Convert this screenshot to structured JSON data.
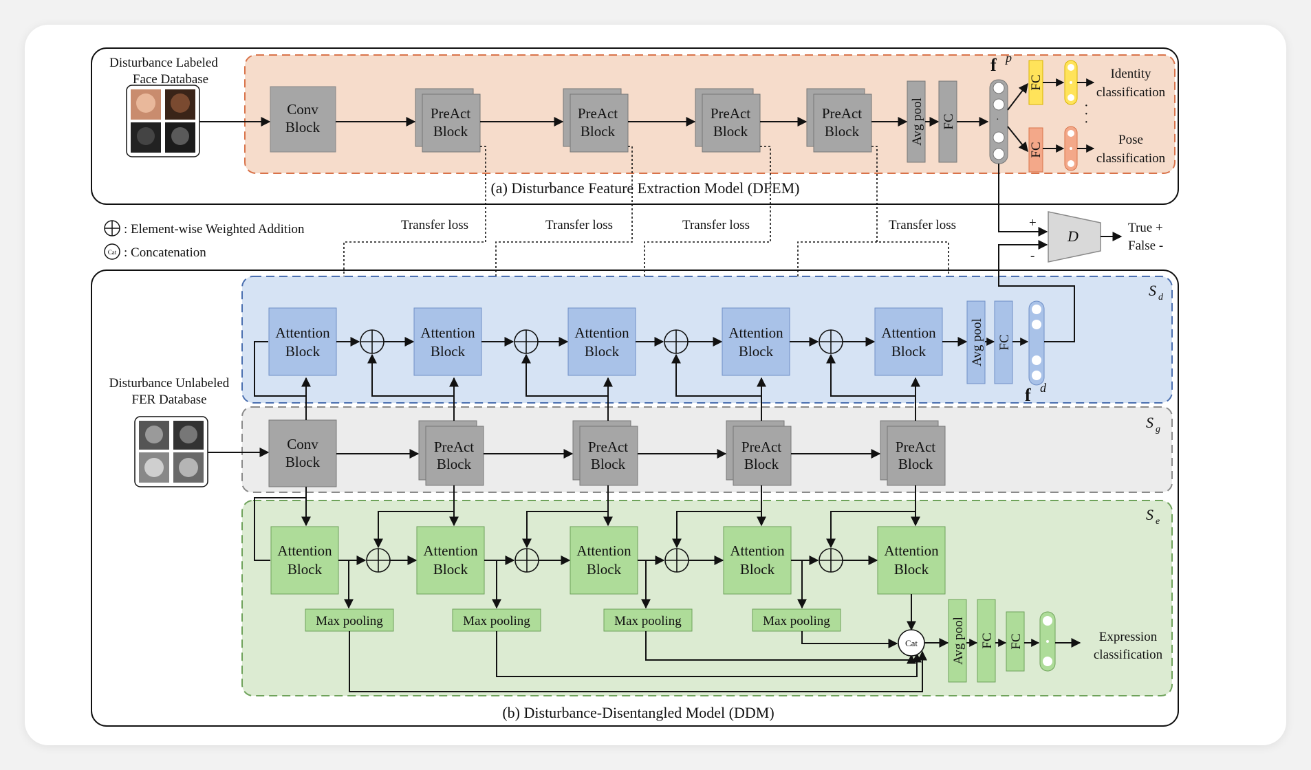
{
  "colors": {
    "dfem_bg": "#f6dccb",
    "dfem_border": "#d9734a",
    "sd_bg": "#d6e3f4",
    "sd_border": "#4a6fb0",
    "sg_bg": "#ececec",
    "sg_border": "#8a8a8a",
    "se_bg": "#dcebd2",
    "se_border": "#6ea25a",
    "gray_block": "#a6a6a6",
    "blue_block": "#a9c2e8",
    "green_block": "#aedc99",
    "yellow_fc": "#ffe35a",
    "salmon_fc": "#f3a889"
  },
  "dfem": {
    "caption": "(a) Disturbance Feature Extraction Model  (DFEM)",
    "database_label": [
      "Disturbance Labeled",
      "Face Database"
    ],
    "conv_block": [
      "Conv",
      "Block"
    ],
    "preact_block": [
      "PreAct",
      "Block"
    ],
    "avg_pool": "Avg pool",
    "fc": "FC",
    "feature_symbol": "f",
    "feature_superscript": "p",
    "identity_output": [
      "Identity",
      "classification"
    ],
    "pose_output": [
      "Pose",
      "classification"
    ]
  },
  "legend": {
    "addition": ": Element-wise Weighted Addition",
    "concat_icon": "Cat",
    "concat": ": Concatenation"
  },
  "transfer_loss": "Transfer loss",
  "discriminator": {
    "symbol": "D",
    "plus": "+",
    "minus": "-",
    "true_label": "True +",
    "false_label": "False -"
  },
  "ddm": {
    "caption": "(b) Disturbance-Disentangled Model (DDM)",
    "database_label": [
      "Disturbance Unlabeled",
      "FER Database"
    ],
    "sd_label": "S",
    "sd_sub": "d",
    "sg_label": "S",
    "sg_sub": "g",
    "se_label": "S",
    "se_sub": "e",
    "attention_block": [
      "Attention",
      "Block"
    ],
    "conv_block": [
      "Conv",
      "Block"
    ],
    "preact_block": [
      "PreAct",
      "Block"
    ],
    "avg_pool": "Avg pool",
    "fc": "FC",
    "max_pooling": "Max pooling",
    "cat": "Cat",
    "feature_symbol": "f",
    "feature_superscript": "d",
    "expression_output": [
      "Expression",
      "classification"
    ]
  }
}
